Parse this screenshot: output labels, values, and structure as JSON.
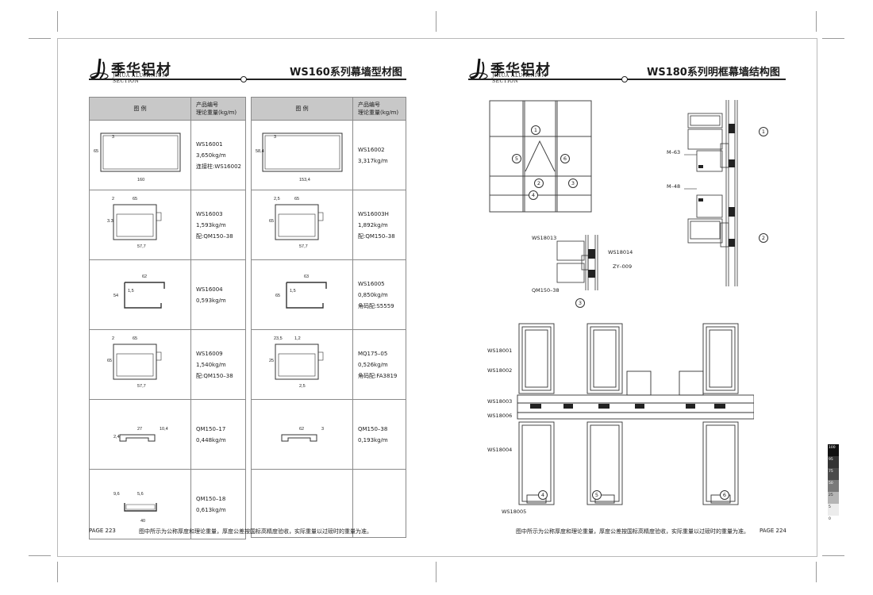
{
  "left_page": {
    "brand": {
      "name": "季华铝材",
      "sub": "JIHUA ALUMINIUM SECTION"
    },
    "title": "WS160系列幕墙型材图",
    "col_image": "图 例",
    "col_info": "产品编号\n理论重量(kg/m)",
    "table_left": [
      {
        "lines": [
          "WS16001",
          "3,650kg/m",
          "连接柱:WS16002"
        ],
        "dims": [
          "65",
          "3",
          "160"
        ]
      },
      {
        "lines": [
          "WS16003",
          "1,593kg/m",
          "配:QM150–38"
        ],
        "dims": [
          "2",
          "65",
          "3.3",
          "57,7"
        ]
      },
      {
        "lines": [
          "WS16004",
          "0,593kg/m"
        ],
        "dims": [
          "62",
          "1,5",
          "54"
        ]
      },
      {
        "lines": [
          "WS16009",
          "1,540kg/m",
          "配:QM150–38"
        ],
        "dims": [
          "2",
          "65",
          "65",
          "57,7"
        ]
      },
      {
        "lines": [
          "QM150–17",
          "0,448kg/m"
        ],
        "dims": [
          "27",
          "10,4",
          "2,4"
        ]
      },
      {
        "lines": [
          "QM150–18",
          "0,613kg/m"
        ],
        "dims": [
          "9,6",
          "5,6",
          "40"
        ]
      }
    ],
    "table_right": [
      {
        "lines": [
          "WS16002",
          "3,317kg/m"
        ],
        "dims": [
          "58,4",
          "3",
          "153,4"
        ]
      },
      {
        "lines": [
          "WS16003H",
          "1,892kg/m",
          "配:QM150–38"
        ],
        "dims": [
          "2,5",
          "65",
          "65",
          "57,7"
        ]
      },
      {
        "lines": [
          "WS16005",
          "0,850kg/m",
          "角码配:S5559"
        ],
        "dims": [
          "63",
          "1,5",
          "65"
        ]
      },
      {
        "lines": [
          "MQ175–05",
          "0,526kg/m",
          "角码配:FA3819"
        ],
        "dims": [
          "23,5",
          "1,2",
          "25",
          "2,5"
        ]
      },
      {
        "lines": [
          "QM150–38",
          "0,193kg/m"
        ],
        "dims": [
          "62",
          "3"
        ]
      },
      {
        "lines": [],
        "dims": []
      }
    ],
    "page_no": "PAGE 223",
    "note": "图中所示为公称厚度和理论重量，厚度公差按国标高精度验收，实际重量以过磅时的重量为准。"
  },
  "right_page": {
    "brand": {
      "name": "季华铝材",
      "sub": "JIHUA ALUMINIUM SECTION"
    },
    "title": "WS180系列明框幕墙结构图",
    "elevation_markers": [
      "1",
      "5",
      "6",
      "2",
      "3",
      "4"
    ],
    "section_labels": [
      "M–63",
      "M–48"
    ],
    "section_markers": [
      "1",
      "2"
    ],
    "detail3_labels": [
      "WS18013",
      "WS18014",
      "ZY–009",
      "QM150–38"
    ],
    "detail3_marker": "3",
    "plan_labels": [
      "WS18001",
      "WS18002",
      "WS18003",
      "WS18006",
      "WS18004",
      "WS18005"
    ],
    "plan_markers": [
      "4",
      "5",
      "6"
    ],
    "note": "图中所示为公称厚度和理论重量，厚度公差按国标高精度验收，实际重量以过磅时的重量为准。",
    "page_no": "PAGE 224"
  },
  "swatches": [
    {
      "label": "100",
      "color": "#111111"
    },
    {
      "label": "95",
      "color": "#333333"
    },
    {
      "label": "75",
      "color": "#4a4a4a"
    },
    {
      "label": "50",
      "color": "#7a7a7a"
    },
    {
      "label": "25",
      "color": "#b5b5b5"
    },
    {
      "label": "5",
      "color": "#ececec"
    },
    {
      "label": "0",
      "color": "#ffffff"
    }
  ]
}
